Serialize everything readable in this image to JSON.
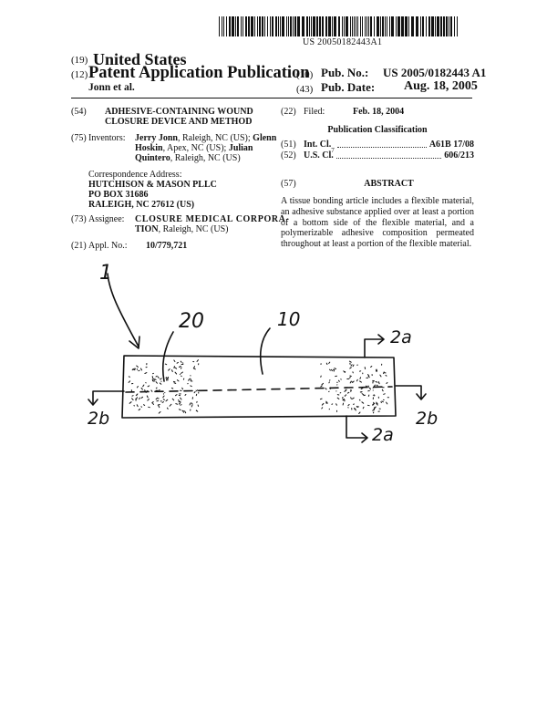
{
  "header": {
    "barcode_number": "US 20050182443A1",
    "code19": "(19)",
    "country": "United States",
    "code12": "(12)",
    "pub_type": "Patent Application Publication",
    "inventor_short": "Jonn et al.",
    "code10": "(10)",
    "pub_no_label": "Pub. No.:",
    "pub_no": "US 2005/0182443 A1",
    "code43": "(43)",
    "pub_date_label": "Pub. Date:",
    "pub_date": "Aug. 18, 2005"
  },
  "left": {
    "code54": "(54)",
    "title_line1": "ADHESIVE-CONTAINING WOUND",
    "title_line2": "CLOSURE DEVICE AND METHOD",
    "code75": "(75)",
    "inventors_label": "Inventors:",
    "inv_line1_name": "Jerry Jonn",
    "inv_line1_rest": ", Raleigh, NC (US); ",
    "inv_line1_name2": "Glenn",
    "inv_line2_name": "Hoskin",
    "inv_line2_rest": ", Apex, NC (US); ",
    "inv_line2_name2": "Julian",
    "inv_line3_name": "Quintero",
    "inv_line3_rest": ", Raleigh, NC (US)",
    "corr_label": "Correspondence Address:",
    "corr_line1": "HUTCHISON & MASON PLLC",
    "corr_line2": "PO BOX 31686",
    "corr_line3": "RALEIGH, NC 27612 (US)",
    "code73": "(73)",
    "assignee_label": "Assignee:",
    "assignee_line1": "CLOSURE MEDICAL CORPORA-",
    "assignee_line2_bold": "TION",
    "assignee_line2_rest": ", Raleigh, NC (US)",
    "code21": "(21)",
    "appl_label": "Appl. No.:",
    "appl_no": "10/779,721"
  },
  "right": {
    "code22": "(22)",
    "filed_label": "Filed:",
    "filed_date": "Feb. 18, 2004",
    "classification_title": "Publication Classification",
    "code51": "(51)",
    "intcl_label": "Int. Cl.",
    "intcl_sup": "7",
    "intcl_value": "A61B 17/08",
    "code52": "(52)",
    "uscl_label": "U.S. Cl.",
    "uscl_value": "606/213",
    "code57": "(57)",
    "abstract_title": "ABSTRACT",
    "abstract_text": "A tissue bonding article includes a flexible material, an adhesive substance applied over at least a portion of a bottom side of the flexible material, and a polymerizable adhesive composition permeated throughout at least a portion of the flexible material."
  },
  "drawing": {
    "label_1": "1",
    "label_20": "20",
    "label_10": "10",
    "label_2a_top": "2a",
    "label_2a_bottom": "2a",
    "label_2b_left": "2b",
    "label_2b_right": "2b"
  }
}
